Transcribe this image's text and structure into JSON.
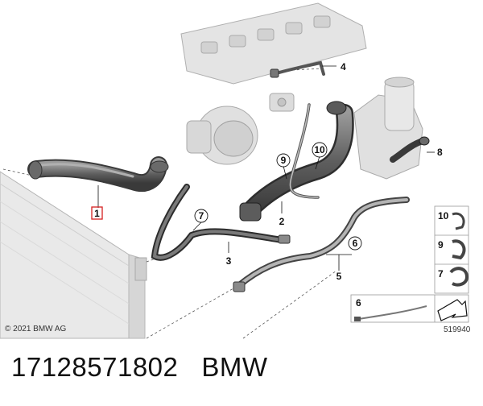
{
  "diagram": {
    "callouts": [
      "1",
      "2",
      "3",
      "4",
      "5",
      "6",
      "7",
      "8",
      "9",
      "10"
    ],
    "legend_items": [
      "10",
      "9",
      "7",
      "6"
    ],
    "copyright": "© 2021 BMW AG",
    "diagram_number": "519940"
  },
  "caption": {
    "part_number": "17128571802",
    "brand": "BMW"
  }
}
